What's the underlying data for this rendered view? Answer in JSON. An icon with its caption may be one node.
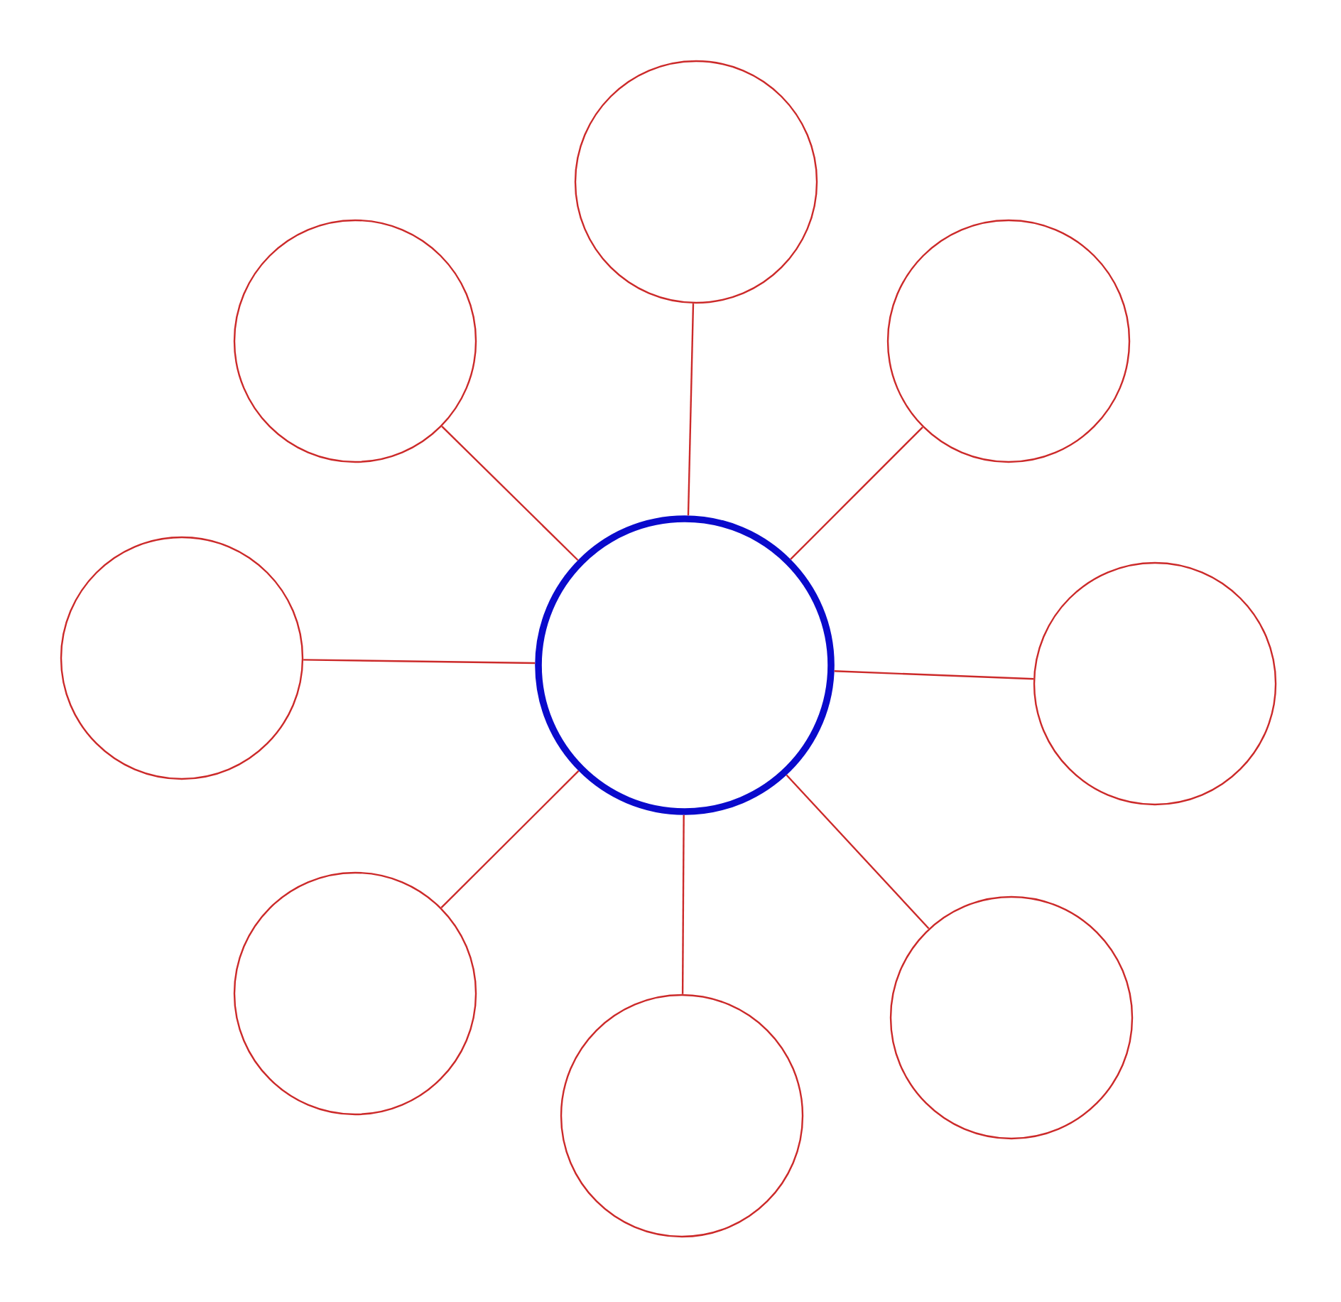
{
  "diagram": {
    "nodes": [
      {
        "text": [],
        "shape": "circle"
      },
      {
        "text": [],
        "shape": "circle"
      },
      {
        "text": [],
        "shape": "circle"
      },
      {
        "text": [],
        "shape": "circle"
      },
      {
        "text": [],
        "shape": "circle"
      },
      {
        "text": [],
        "shape": "circle"
      },
      {
        "text": [],
        "shape": "circle"
      },
      {
        "text": [],
        "shape": "circle"
      },
      {
        "text": [],
        "shape": "circle"
      }
    ],
    "edges": [
      {
        "from": 0,
        "to": 1,
        "arrow": "none"
      },
      {
        "from": 0,
        "to": 2,
        "arrow": "none"
      },
      {
        "from": 0,
        "to": 3,
        "arrow": "none"
      },
      {
        "from": 0,
        "to": 4,
        "arrow": "none"
      },
      {
        "from": 0,
        "to": 5,
        "arrow": "none"
      },
      {
        "from": 0,
        "to": 6,
        "arrow": "none"
      },
      {
        "from": 0,
        "to": 7,
        "arrow": "none"
      },
      {
        "from": 0,
        "to": 8,
        "arrow": "none"
      }
    ]
  }
}
